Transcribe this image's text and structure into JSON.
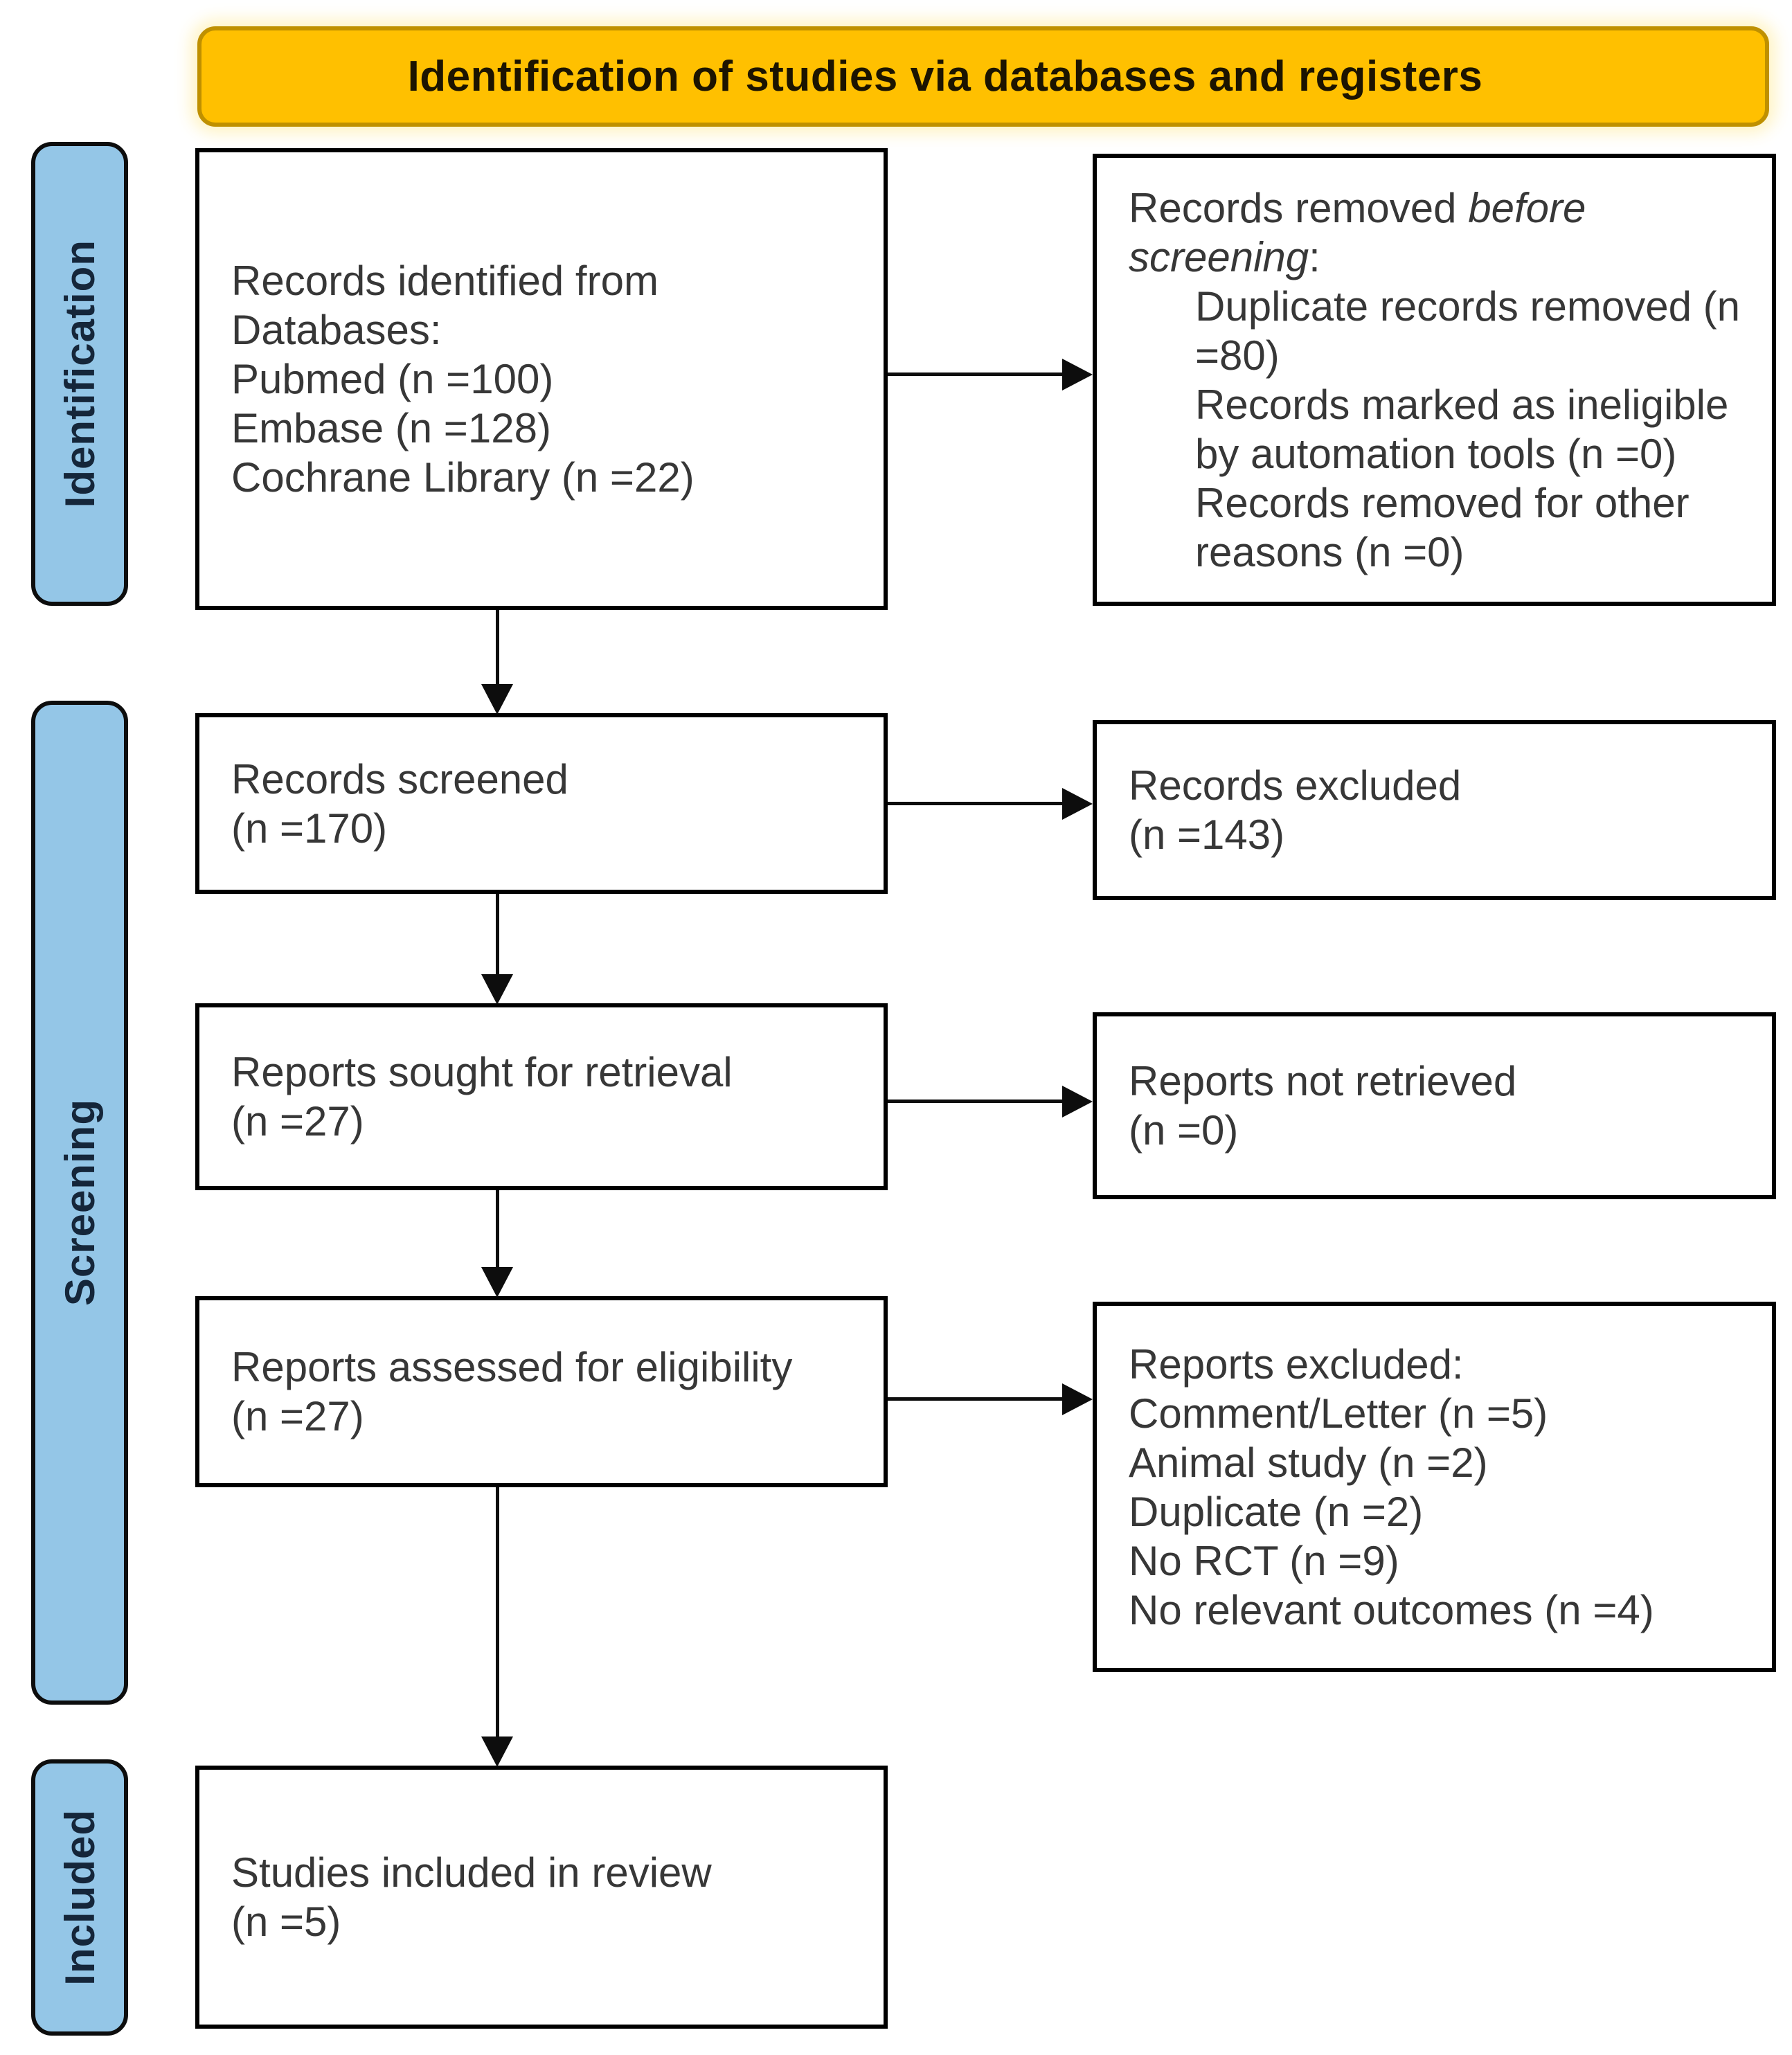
{
  "banner": {
    "label": "Identification of studies via databases and registers"
  },
  "sidebar": {
    "identification_label": "Identification",
    "screening_label": "Screening",
    "included_label": "Included"
  },
  "flow": {
    "identified": {
      "lines": "Records identified from\nDatabases:\nPubmed (n =100)\nEmbase (n =128)\nCochrane Library (n =22)"
    },
    "removed": {
      "heading_prefix": "Records removed ",
      "heading_italic": "before screening",
      "heading_suffix": ":",
      "items": [
        "Duplicate records removed (n =80)",
        "Records marked as ineligible by automation tools (n =0)",
        "Records removed for other reasons (n =0)"
      ]
    },
    "screened": {
      "lines": "Records screened\n(n =170)"
    },
    "excluded": {
      "lines": "Records excluded\n(n =143)"
    },
    "sought": {
      "lines": "Reports sought for retrieval\n(n =27)"
    },
    "not_retrieved": {
      "lines": "Reports not retrieved\n(n =0)"
    },
    "assessed": {
      "lines": "Reports assessed for eligibility\n(n =27)"
    },
    "reports_excluded": {
      "heading": "Reports excluded:",
      "items": [
        "Comment/Letter (n =5)",
        "Animal study (n =2)",
        "Duplicate (n =2)",
        "No RCT (n =9)",
        "No relevant outcomes (n =4)"
      ]
    },
    "included_studies": {
      "lines": "Studies included in review\n(n =5)"
    }
  },
  "colors": {
    "banner_fill": "#FFC000",
    "banner_border": "#BF9000",
    "phase_bar_fill": "#94C6E7",
    "box_border": "#000000",
    "arrow": "#0d0d0d",
    "text": "#373737"
  }
}
